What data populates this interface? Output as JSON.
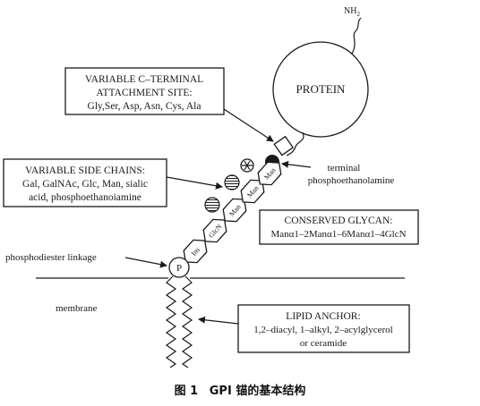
{
  "protein": {
    "label": "PROTEIN",
    "terminus": "NH",
    "terminus_sub": "2"
  },
  "c_terminal_box": {
    "lines": [
      "VARIABLE C–TERMINAL",
      "ATTACHMENT SITE:",
      "Gly,Ser, Asp, Asn, Cys, Ala"
    ]
  },
  "side_chains_box": {
    "lines": [
      "VARIABLE SIDE CHAINS:",
      "Gal, GalNAc, Glc, Man, sialic",
      "acid, phosphoethanoiamine"
    ]
  },
  "terminal_label": {
    "lines": [
      "terminal",
      "phosphoethanolamine"
    ]
  },
  "glycan_box": {
    "title": "CONSERVED GLYCAN:",
    "formula": "Manα1–2Manα1–6Manα1–4GlcN"
  },
  "sugar_units": [
    "Ins",
    "GlcN",
    "Man",
    "Man",
    "Man"
  ],
  "phosphate_symbol": "P",
  "phosphodiester_label": "phosphodiester linkage",
  "membrane_label": "membrane",
  "lipid_box": {
    "lines": [
      "LIPID ANCHOR:",
      "1,2–diacyl, 1–alkyl, 2–acylglycerol",
      "or ceramide"
    ]
  },
  "caption": {
    "figure": "图 1",
    "title": "GPI 锚的基本结构"
  },
  "colors": {
    "ink": "#1a1a1a",
    "background": "#ffffff"
  }
}
